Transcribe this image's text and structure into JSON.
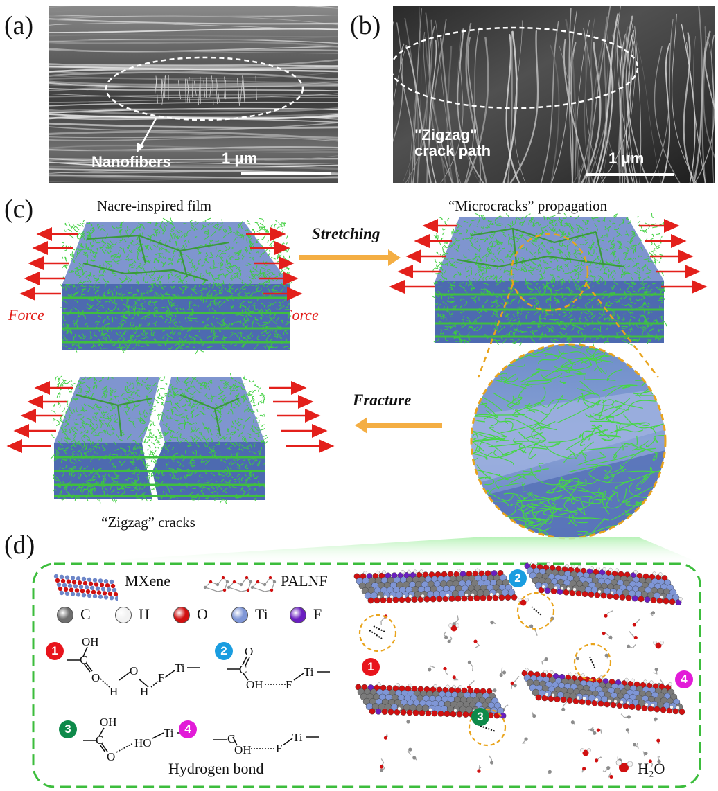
{
  "panels": {
    "a": {
      "letter": "(a)",
      "label": "Nanofibers",
      "scale": "1 μm"
    },
    "b": {
      "letter": "(b)",
      "label_line1": "\"Zigzag\"",
      "label_line2": "crack path",
      "scale": "1 μm"
    },
    "c": {
      "letter": "(c)",
      "film_title": "Nacre-inspired film",
      "propagation_title": "“Microcracks” propagation",
      "stretching": "Stretching",
      "fracture": "Fracture",
      "force_left": "Force",
      "force_right": "Force",
      "cracks_title": "“Zigzag” cracks"
    },
    "d": {
      "letter": "(d)",
      "mxene": "MXene",
      "palnf": "PALNF",
      "atoms": [
        {
          "symbol": "C",
          "color": "#6e6e6e"
        },
        {
          "symbol": "H",
          "color": "#f2f2f2"
        },
        {
          "symbol": "O",
          "color": "#d01010"
        },
        {
          "symbol": "Ti",
          "color": "#7f96d6"
        },
        {
          "symbol": "F",
          "color": "#6a1fc0"
        }
      ],
      "hbond_caption": "Hydrogen bond",
      "water_label": "H₂O",
      "bonds": [
        {
          "num": "1",
          "color": "#e8141c"
        },
        {
          "num": "2",
          "color": "#1a9de0"
        },
        {
          "num": "3",
          "color": "#0e8a4a"
        },
        {
          "num": "4",
          "color": "#e21bd8"
        }
      ],
      "chem_labels": {
        "oh": "OH",
        "o": "O",
        "h": "H",
        "c": "C",
        "f": "F",
        "ti": "Ti",
        "ho": "HO"
      }
    }
  },
  "colors": {
    "arrow_red": "#e3201b",
    "arrow_orange": "#f4ae43",
    "fiber_green": "#3ccf3c",
    "dash_green": "#3cbd3c",
    "dash_orange": "#e9a41c"
  }
}
